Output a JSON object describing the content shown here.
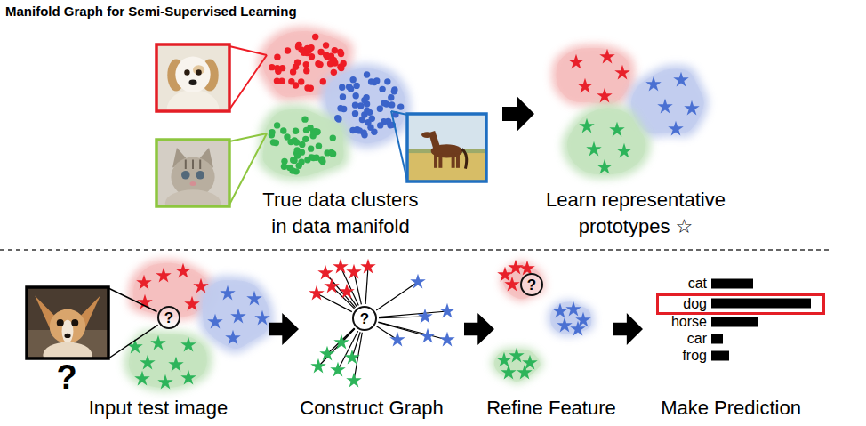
{
  "diagram": {
    "title": "Manifold Graph for Semi-Supervised Learning",
    "nodes": [
      {
        "text": [
          "?"
        ]
      },
      {
        "text": [
          "?"
        ]
      },
      {
        "text": [
          "?"
        ]
      },
      {
        "text": [
          "dog"
        ]
      }
    ],
    "labels": [
      "True data clusters in data manifold",
      "Learn representative prototypes ☆",
      "?",
      "Input test image",
      "Construct Graph",
      "Refine Feature",
      "Make Prediction",
      "cat",
      "horse",
      "car",
      "frog"
    ]
  }
}
